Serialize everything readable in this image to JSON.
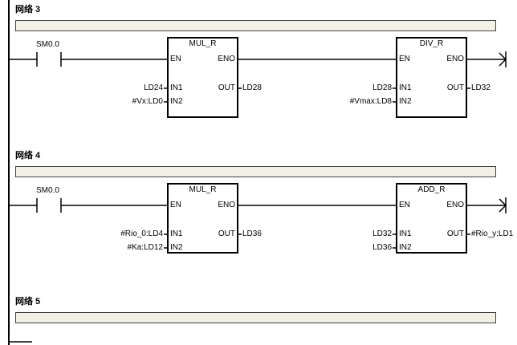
{
  "networks": [
    {
      "title": "网络 3",
      "contact": "SM0.0",
      "box1": {
        "op": "MUL_R",
        "en": "EN",
        "eno": "ENO",
        "in1_label": "IN1",
        "in2_label": "IN2",
        "out_label": "OUT",
        "in1": "LD24",
        "in2": "#Vx:LD0",
        "out": "LD28"
      },
      "box2": {
        "op": "DIV_R",
        "en": "EN",
        "eno": "ENO",
        "in1_label": "IN1",
        "in2_label": "IN2",
        "out_label": "OUT",
        "in1": "LD28",
        "in2": "#Vmax:LD8",
        "out": "LD32"
      }
    },
    {
      "title": "网络 4",
      "contact": "SM0.0",
      "box1": {
        "op": "MUL_R",
        "en": "EN",
        "eno": "ENO",
        "in1_label": "IN1",
        "in2_label": "IN2",
        "out_label": "OUT",
        "in1": "#Rio_0:LD4",
        "in2": "#Ka:LD12",
        "out": "LD36"
      },
      "box2": {
        "op": "ADD_R",
        "en": "EN",
        "eno": "ENO",
        "in1_label": "IN1",
        "in2_label": "IN2",
        "out_label": "OUT",
        "in1": "LD32",
        "in2": "LD36",
        "out": "#Rio_y:LD1"
      }
    },
    {
      "title": "网络 5"
    }
  ]
}
